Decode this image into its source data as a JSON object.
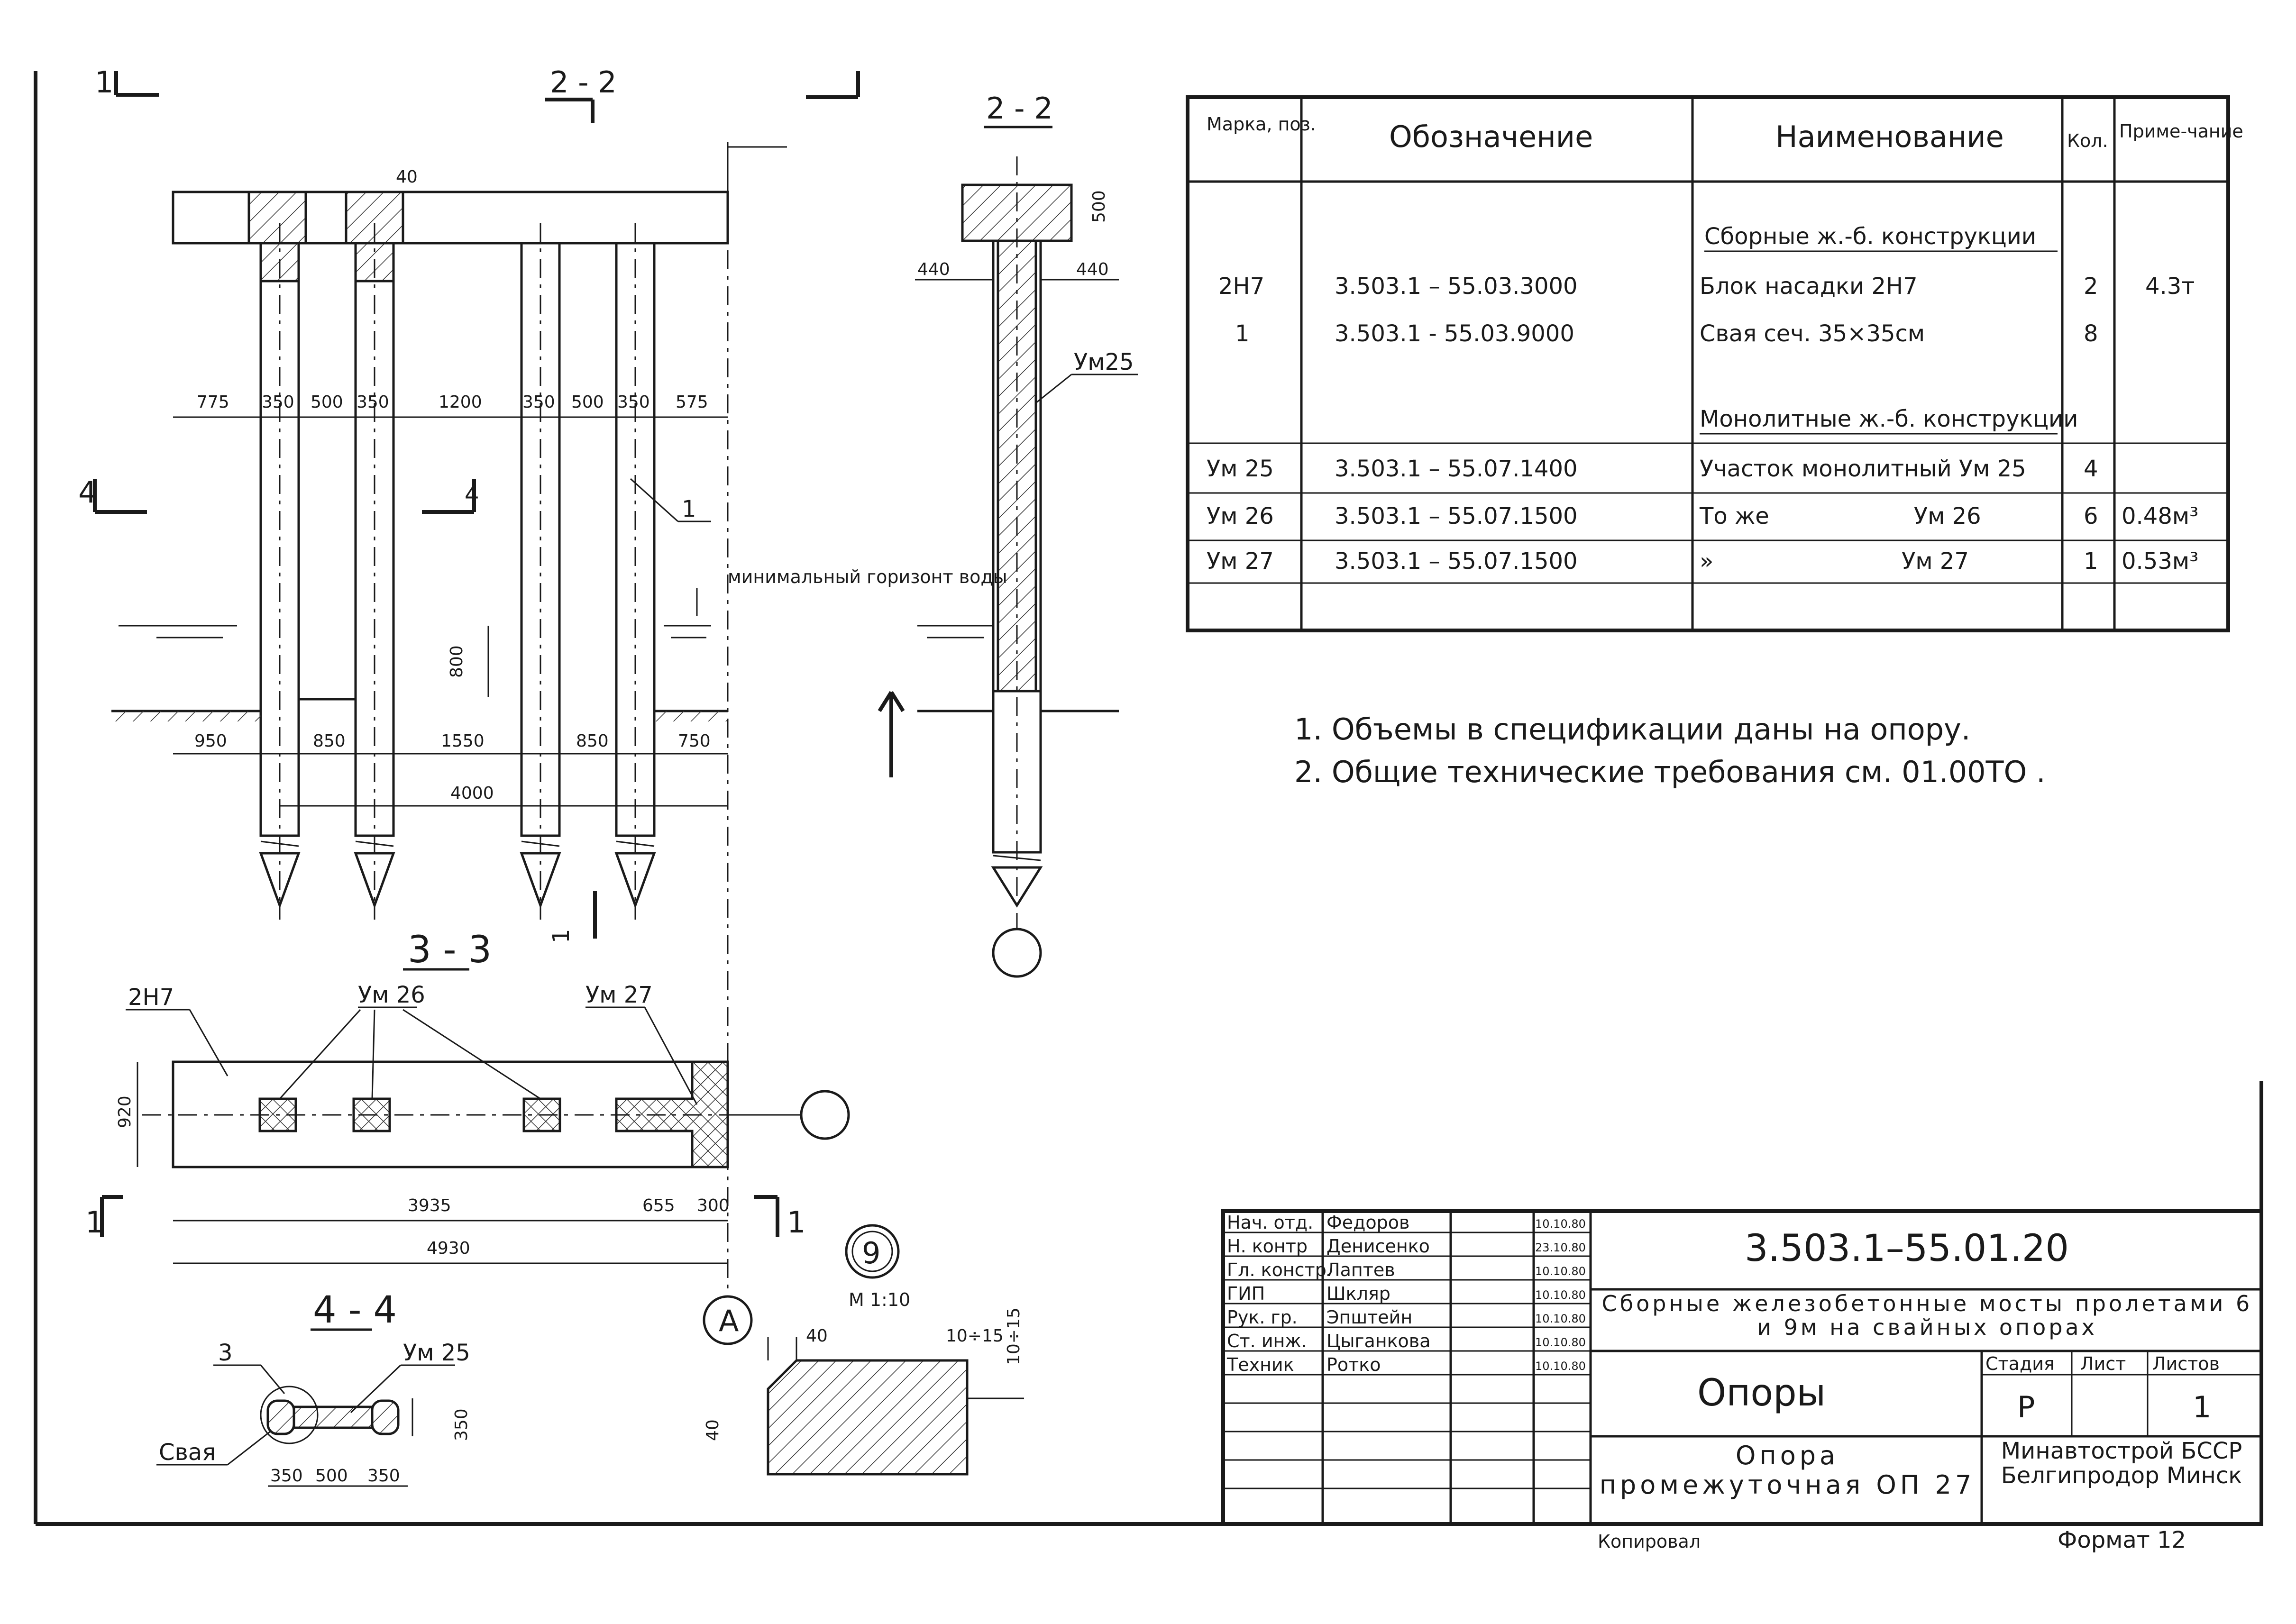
{
  "views": {
    "section_1_1": "1",
    "section_2_2": "2 - 2",
    "section_3_3": "3 - 3",
    "section_4_4": "4 - 4",
    "marker_4": "4",
    "axis_a": "A",
    "node_9": "9",
    "scale": "М 1:10"
  },
  "elevation": {
    "top_dim": "40",
    "dims_top": [
      "775",
      "350",
      "500",
      "350",
      "1200",
      "350",
      "500",
      "350",
      "575"
    ],
    "dims_bottom": [
      "950",
      "850",
      "1550",
      "850",
      "750"
    ],
    "total": "4000",
    "depth": "800",
    "water_label": "минимальный горизонт воды",
    "pile_pos": "1"
  },
  "section22": {
    "height": "500",
    "left": "440",
    "right": "440",
    "label": "Ум25"
  },
  "section33": {
    "block": "2Н7",
    "um26": "Ум 26",
    "um27": "Ум 27",
    "width": "920",
    "dims": [
      "3935",
      "655",
      "300"
    ],
    "total": "4930"
  },
  "section44": {
    "pos": "3",
    "um": "Ум 25",
    "pile": "Свая",
    "height": "350",
    "dims": [
      "350",
      "500",
      "350"
    ]
  },
  "detail": {
    "d1": "40",
    "d2": "10÷15",
    "d3": "10÷15",
    "d4": "40"
  },
  "spec": {
    "headers": [
      "Марка, поз.",
      "Обозначение",
      "Наименование",
      "Кол.",
      "Приме-чание"
    ],
    "group1": "Сборные ж.-б. конструкции",
    "group2": "Монолитные ж.-б. конструкции",
    "rows": [
      {
        "mark": "2Н7",
        "code": "3.503.1 – 55.03.3000",
        "name": "Блок насадки  2Н7",
        "qty": "2",
        "note": "4.3т"
      },
      {
        "mark": "1",
        "code": "3.503.1 - 55.03.9000",
        "name": "Свая  сеч. 35×35см",
        "qty": "8",
        "note": ""
      },
      {
        "mark": "Ум 25",
        "code": "3.503.1 – 55.07.1400",
        "name": "Участок монолитный  Ум 25",
        "qty": "4",
        "note": ""
      },
      {
        "mark": "Ум 26",
        "code": "3.503.1 – 55.07.1500",
        "name": "То же                    Ум 26",
        "qty": "6",
        "note": "0.48м³"
      },
      {
        "mark": "Ум 27",
        "code": "3.503.1 – 55.07.1500",
        "name": "»                          Ум 27",
        "qty": "1",
        "note": "0.53м³"
      }
    ]
  },
  "notes": [
    "1. Объемы в спецификации даны на опору.",
    "2. Общие технические требования см. 01.00ТО ."
  ],
  "title_block": {
    "roles": [
      "Нач. отд.",
      "Н. контр",
      "Гл. констр.",
      "ГИП",
      "Рук. гр.",
      "Ст. инж.",
      "Техник"
    ],
    "names": [
      "Федоров",
      "Денисенко",
      "Лаптев",
      "Шкляр",
      "Эпштейн",
      "Цыганкова",
      "Ротко"
    ],
    "dates": [
      "10.10.80",
      "23.10.80",
      "10.10.80",
      "10.10.80",
      "10.10.80",
      "10.10.80",
      "10.10.80"
    ],
    "doc_code": "3.503.1–55.01.20",
    "project": "Сборные железобетонные мосты пролетами 6 и 9м на свайных опорах",
    "section_name": "Опоры",
    "stage_h": "Стадия",
    "sheet_h": "Лист",
    "sheets_h": "Листов",
    "stage": "Р",
    "sheets": "1",
    "drawing_name": "Опора промежуточная ОП 27",
    "org": "Минавтострой БССР Белгипродор Минск",
    "copied": "Копировал",
    "format": "Формат 12"
  }
}
